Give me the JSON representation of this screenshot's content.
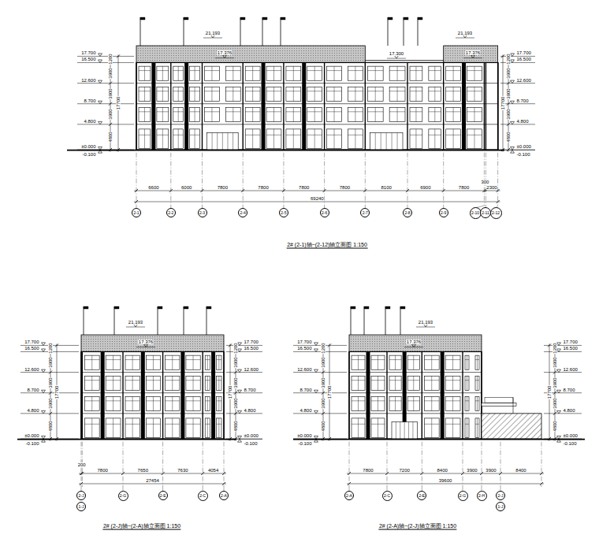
{
  "diagram": {
    "nodes": [
      {
        "text": [
          "2-1"
        ]
      },
      {
        "text": [
          "2-2"
        ]
      },
      {
        "text": [
          "2-3"
        ]
      },
      {
        "text": [
          "2-4"
        ]
      },
      {
        "text": [
          "2-5"
        ]
      },
      {
        "text": [
          "2-6"
        ]
      },
      {
        "text": [
          "2-7"
        ]
      },
      {
        "text": [
          "2-8"
        ]
      },
      {
        "text": [
          "2-9"
        ]
      },
      {
        "text": [
          "2-10"
        ]
      },
      {
        "text": [
          "2-11"
        ]
      },
      {
        "text": [
          "2-12"
        ]
      },
      {
        "text": [
          "2-J"
        ]
      },
      {
        "text": [
          "1-J"
        ]
      },
      {
        "text": [
          "2-G"
        ]
      },
      {
        "text": [
          "2-E"
        ]
      },
      {
        "text": [
          "2-C"
        ]
      },
      {
        "text": [
          "2-A"
        ]
      },
      {
        "text": [
          "2-A"
        ]
      },
      {
        "text": [
          "2-C"
        ]
      },
      {
        "text": [
          "2-E"
        ]
      },
      {
        "text": [
          "2-G"
        ]
      },
      {
        "text": [
          "2-H"
        ]
      },
      {
        "text": [
          "2-J"
        ]
      },
      {
        "text": [
          "1-J"
        ]
      }
    ],
    "labels": [
      "21.193",
      "21.193",
      "17.376",
      "17.376",
      "17.300",
      "17.700",
      "16.500",
      "12.600",
      "8.700",
      "4.800",
      "±0.000",
      "-0.100",
      "1200",
      "3900",
      "3900",
      "3900",
      "4800",
      "17700",
      "17.700",
      "16.500",
      "12.600",
      "8.700",
      "4.800",
      "±0.000",
      "-0.100",
      "1200",
      "3900",
      "3900",
      "3900",
      "4800",
      "17700",
      "6600",
      "6000",
      "7800",
      "7800",
      "7800",
      "7800",
      "8100",
      "6900",
      "7800",
      "300",
      "2300",
      "69240",
      "2# (2-1)轴~(2-12)轴立面图 1:150",
      "21.193",
      "17.376",
      "17.700",
      "16.500",
      "12.600",
      "8.700",
      "4.800",
      "±0.000",
      "-0.100",
      "1200",
      "3900",
      "3900",
      "3900",
      "4800",
      "17700",
      "17.700",
      "16.500",
      "12.600",
      "8.700",
      "4.800",
      "±0.000",
      "-0.100",
      "1200",
      "3900",
      "3900",
      "3900",
      "4800",
      "17700",
      "200",
      "7800",
      "7650",
      "7630",
      "4054",
      "27454",
      "2# (2-J)轴~(2-A)轴立面图 1:150",
      "21.193",
      "17.376",
      "17.700",
      "16.500",
      "12.600",
      "8.700",
      "4.800",
      "±0.000",
      "-0.100",
      "1200",
      "3900",
      "3900",
      "3900",
      "4800",
      "17700",
      "17.700",
      "16.500",
      "12.600",
      "8.700",
      "4.800",
      "±0.000",
      "-0.100",
      "1200",
      "3900",
      "3900",
      "3900",
      "4800",
      "17700",
      "7800",
      "7200",
      "8400",
      "3900",
      "3900",
      "8400",
      "39600",
      "2# (2-A)轴~(2-J)轴立面图 1:150"
    ]
  }
}
